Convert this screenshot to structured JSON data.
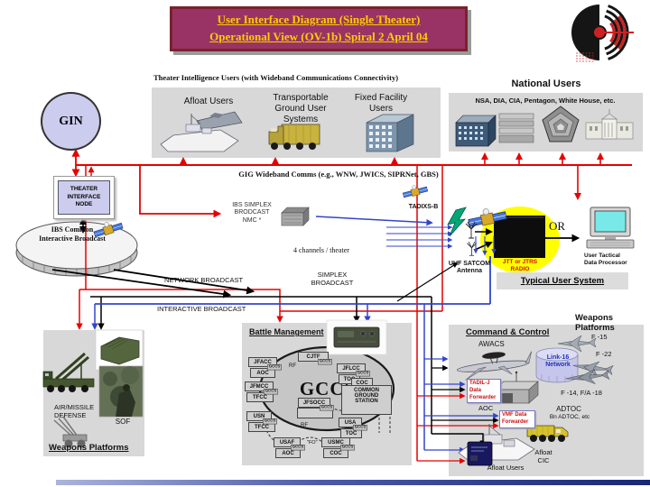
{
  "title": {
    "line1": "User Interface Diagram (Single Theater)",
    "line2": "Operational View (OV-1b) Spiral 2 April 04"
  },
  "theater": {
    "heading": "Theater  Intelligence  Users (with Wideband Communications Connectivity)",
    "afloat": "Afloat Users",
    "transportable": "Transportable Ground User Systems",
    "fixed": "Fixed Facility Users"
  },
  "national": {
    "heading": "National Users",
    "agencies": "NSA, DIA, CIA, Pentagon, White House, etc."
  },
  "gig": {
    "label": "GIG Wideband Comms (e.g., WNW, JWICS, SIPRNet, GBS)"
  },
  "gin": {
    "label": "GIN"
  },
  "node": {
    "label": "THEATER INTERFACE NODE"
  },
  "ibs": {
    "interactive_l1": "IBS Common",
    "interactive_l2": "Interactive Broadcast",
    "simplex_l1": "IBS SIMPLEX",
    "simplex_l2": "BRODCAST",
    "simplex_l3": "NMC *"
  },
  "satcom": {
    "tadixs": "TADIXS-B",
    "channels": "4 channels / theater",
    "uhf_l1": "UHF SATCOM",
    "uhf_l2": "Antenna"
  },
  "user_system": {
    "jtt_l1": "JTT or JTRS",
    "jtt_l2": "RADIO",
    "or_label": "OR",
    "utdp_l1": "User Tactical",
    "utdp_l2": "Data Processor",
    "caption": "Typical User System"
  },
  "broadcasts": {
    "network": "NETWORK BROADCAST",
    "simplex_l1": "SIMPLEX",
    "simplex_l2": "BROADCAST",
    "interactive": "INTERACTIVE BROADCAST"
  },
  "battle": {
    "title": "Battle Management",
    "gccs": "GCCS",
    "rf": "RF",
    "fo": "\"FO\"",
    "tag": "GCCS",
    "cjtf": "CJTF",
    "jfacc": "JFACC",
    "aoc_air": "AOC",
    "jfmcc": "JFMCC",
    "tfcc_m": "TFCC",
    "jflcc": "JFLCC",
    "toc_l": "TOC",
    "coc_l": "COC",
    "cgs": "COMMON GROUND STATION",
    "jfsocc": "JFSOCC",
    "usn": "USN",
    "tfcc_n": "TFCC",
    "usa": "USA",
    "toc_a": "TOC",
    "usaf": "USAF",
    "aoc_f": "AOC",
    "usmc": "USMC",
    "coc_mc": "COC"
  },
  "c2": {
    "title": "Command & Control",
    "awacs": "AWACS",
    "link16_l1": "Link-16",
    "link16_l2": "Network",
    "tadil_l1": "TADIL-J",
    "tadil_l2": "Data",
    "tadil_l3": "Forwarder",
    "aoc": "AOC",
    "vmf_l1": "VMF Data",
    "vmf_l2": "Forwarder",
    "adtoc_l1": "ADTOC",
    "adtoc_l2": "Bn ADTOC, etc",
    "afloat_cic_l1": "Afloat",
    "afloat_cic_l2": "CIC",
    "afloat_users": "Afloat Users"
  },
  "weapons_right": {
    "title_l1": "Weapons",
    "title_l2": "Platforms",
    "f15": "F -15",
    "f22": "F -22",
    "f14": "F -14, F/A -18"
  },
  "weapons_left": {
    "amd_l1": "AIR/MISSILE",
    "amd_l2": "DEFENSE",
    "sof": "SOF",
    "title": "Weapons Platforms"
  },
  "colors": {
    "title_bg": "#993366",
    "title_text": "#ffcc00",
    "gig_red": "#e60000",
    "broadcast_blue": "#3344cc",
    "broadcast_black": "#000000",
    "panel_gray": "#d8d8d8",
    "lavender": "#ccccee",
    "jtt_yellow": "#ffff00",
    "alert_text_red": "#cc1111"
  }
}
